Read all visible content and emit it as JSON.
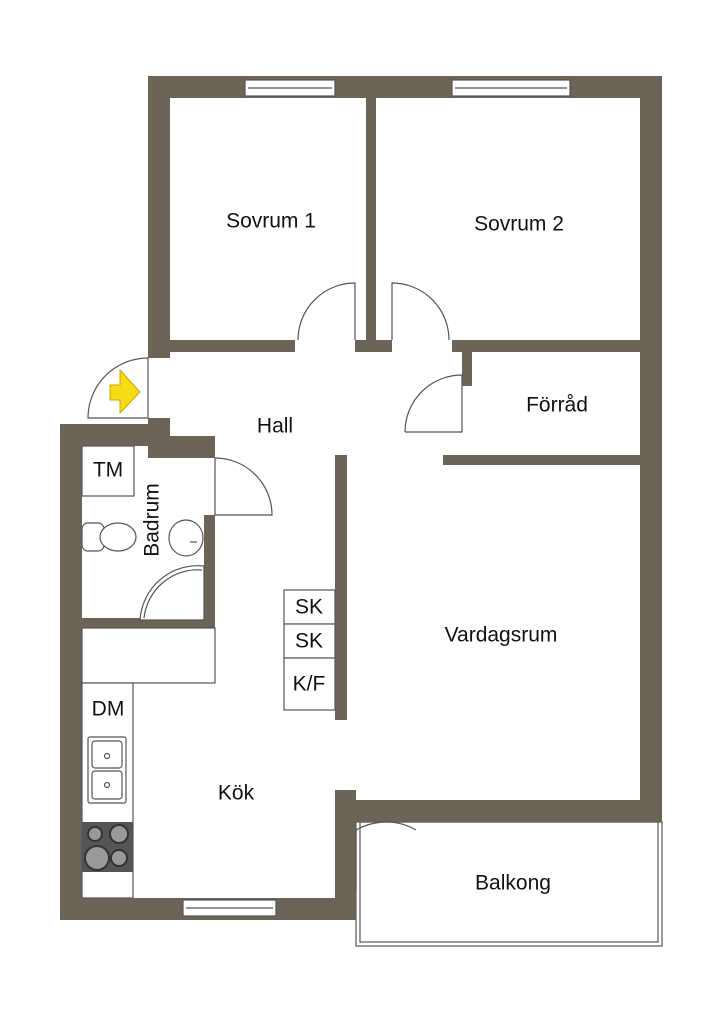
{
  "rooms": {
    "sovrum1": "Sovrum 1",
    "sovrum2": "Sovrum 2",
    "forrad": "Förråd",
    "hall": "Hall",
    "badrum": "Badrum",
    "vardagsrum": "Vardagsrum",
    "kok": "Kök",
    "balkong": "Balkong"
  },
  "fixtures": {
    "tm": "TM",
    "dm": "DM",
    "sk1": "SK",
    "sk2": "SK",
    "kf": "K/F"
  },
  "colors": {
    "wall": "#6b6457",
    "entrance_arrow": "#f5dc14"
  }
}
